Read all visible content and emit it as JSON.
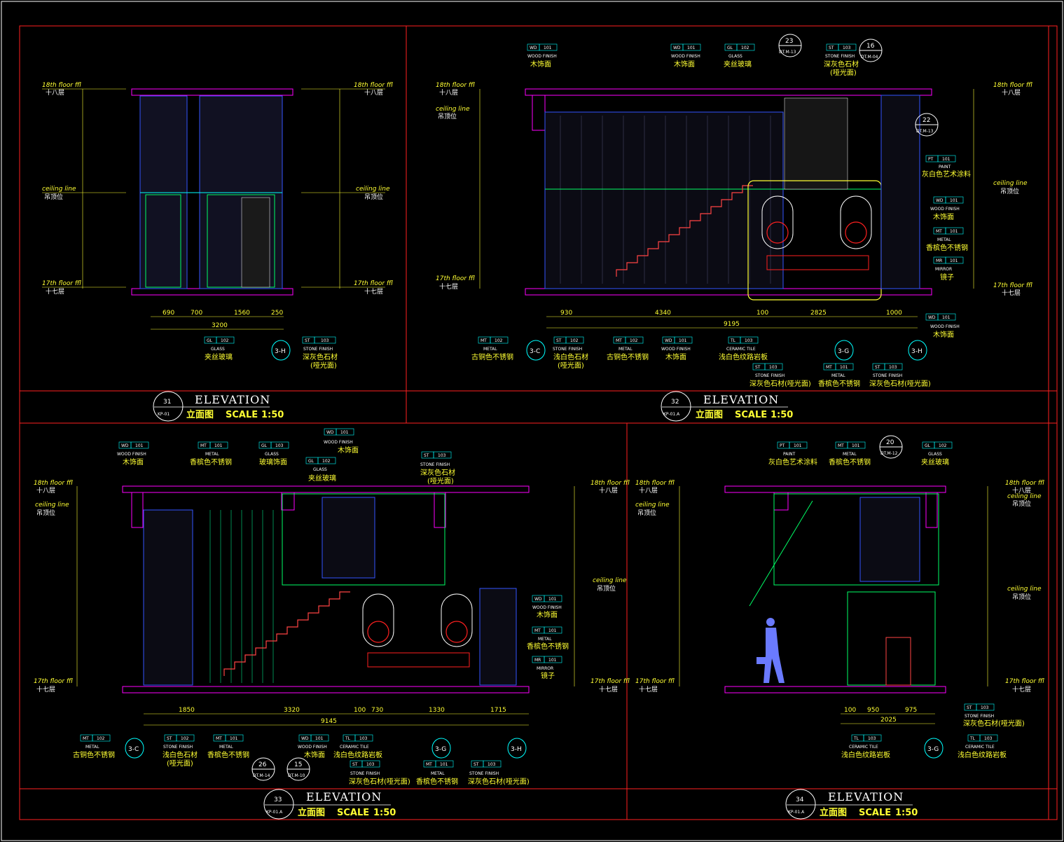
{
  "panels": [
    {
      "id": "p31",
      "bubble_num": "31",
      "bubble_ref": "KP-01",
      "title": "ELEVATION",
      "subtitle_cn": "立面图",
      "scale_label": "SCALE",
      "scale_value": "1:50",
      "dims_bottom": [
        "690",
        "700",
        "1560",
        "250"
      ],
      "dim_total": "3200",
      "callouts": [
        {
          "code": "GL",
          "num": "102",
          "en": "GLASS",
          "cn": "夹丝玻璃"
        },
        {
          "code": "ST",
          "num": "103",
          "en": "STONE FINISH",
          "cn": "深灰色石材",
          "cn2": "(哑光面)"
        }
      ],
      "section_marks": [
        "3-H"
      ]
    },
    {
      "id": "p32",
      "bubble_num": "32",
      "bubble_ref": "KP-01.A",
      "title": "ELEVATION",
      "subtitle_cn": "立面图",
      "scale_label": "SCALE",
      "scale_value": "1:50",
      "dims_bottom": [
        "930",
        "4340",
        "100",
        "2825",
        "1000"
      ],
      "dim_total": "9195",
      "callouts_top": [
        {
          "code": "WD",
          "num": "101",
          "en": "WOOD FINISH",
          "cn": "木饰面"
        },
        {
          "code": "WD",
          "num": "101",
          "en": "WOOD FINISH",
          "cn": "木饰面"
        },
        {
          "code": "GL",
          "num": "102",
          "en": "GLASS",
          "cn": "夹丝玻璃"
        },
        {
          "code": "ST",
          "num": "103",
          "en": "STONE FINISH",
          "cn": "深灰色石材",
          "cn2": "(哑光面)"
        }
      ],
      "callouts_right": [
        {
          "code": "PT",
          "num": "101",
          "en": "PAINT",
          "cn": "灰白色艺术涂料"
        },
        {
          "code": "WD",
          "num": "101",
          "en": "WOOD FINISH",
          "cn": "木饰面"
        },
        {
          "code": "MT",
          "num": "101",
          "en": "METAL",
          "cn": "香槟色不锈钢"
        },
        {
          "code": "MR",
          "num": "101",
          "en": "MIRROR",
          "cn": "镜子"
        },
        {
          "code": "WD",
          "num": "101",
          "en": "WOOD FINISH",
          "cn": "木饰面"
        }
      ],
      "callouts_bottom": [
        {
          "code": "MT",
          "num": "102",
          "en": "METAL",
          "cn": "古铜色不锈钢"
        },
        {
          "code": "ST",
          "num": "102",
          "en": "STONE FINISH",
          "cn": "浅白色石材",
          "cn2": "(哑光面)"
        },
        {
          "code": "MT",
          "num": "102",
          "en": "METAL",
          "cn": "古铜色不锈钢"
        },
        {
          "code": "WD",
          "num": "101",
          "en": "WOOD FINISH",
          "cn": "木饰面"
        },
        {
          "code": "TL",
          "num": "103",
          "en": "CERAMIC TILE",
          "cn": "浅白色纹路岩板"
        }
      ],
      "callouts_bottom2": [
        {
          "code": "ST",
          "num": "103",
          "en": "STONE FINISH",
          "cn": "深灰色石材(哑光面)"
        },
        {
          "code": "MT",
          "num": "101",
          "en": "METAL",
          "cn": "香槟色不锈钢"
        },
        {
          "code": "ST",
          "num": "103",
          "en": "STONE FINISH",
          "cn": "深灰色石材(哑光面)"
        }
      ],
      "section_marks": [
        "3-C",
        "3-G",
        "3-H"
      ],
      "detail_marks": [
        {
          "num": "23",
          "ref": "DT.M-13"
        },
        {
          "num": "16",
          "ref": "DT.M-04"
        },
        {
          "num": "22",
          "ref": "DT.M-13"
        }
      ]
    },
    {
      "id": "p33",
      "bubble_num": "33",
      "bubble_ref": "KP-01.A",
      "title": "ELEVATION",
      "subtitle_cn": "立面图",
      "scale_label": "SCALE",
      "scale_value": "1:50",
      "dims_bottom": [
        "1850",
        "3320",
        "100",
        "730",
        "1330",
        "1715"
      ],
      "dim_total": "9145",
      "callouts_top": [
        {
          "code": "WD",
          "num": "101",
          "en": "WOOD FINISH",
          "cn": "木饰面"
        },
        {
          "code": "MT",
          "num": "101",
          "en": "METAL",
          "cn": "香槟色不锈钢"
        },
        {
          "code": "GL",
          "num": "103",
          "en": "GLASS",
          "cn": "玻璃饰面"
        },
        {
          "code": "WD",
          "num": "101",
          "en": "WOOD FINISH",
          "cn": "木饰面"
        },
        {
          "code": "GL",
          "num": "102",
          "en": "GLASS",
          "cn": "夹丝玻璃"
        },
        {
          "code": "ST",
          "num": "103",
          "en": "STONE FINISH",
          "cn": "深灰色石材",
          "cn2": "(哑光面)"
        }
      ],
      "callouts_right": [
        {
          "code": "WD",
          "num": "101",
          "en": "WOOD FINISH",
          "cn": "木饰面"
        },
        {
          "code": "MT",
          "num": "101",
          "en": "METAL",
          "cn": "香槟色不锈钢"
        },
        {
          "code": "MR",
          "num": "101",
          "en": "MIRROR",
          "cn": "镜子"
        }
      ],
      "callouts_bottom": [
        {
          "code": "MT",
          "num": "102",
          "en": "METAL",
          "cn": "古铜色不锈钢"
        },
        {
          "code": "ST",
          "num": "102",
          "en": "STONE FINISH",
          "cn": "浅白色石材",
          "cn2": "(哑光面)"
        },
        {
          "code": "MT",
          "num": "101",
          "en": "METAL",
          "cn": "香槟色不锈钢"
        },
        {
          "code": "WD",
          "num": "101",
          "en": "WOOD FINISH",
          "cn": "木饰面"
        },
        {
          "code": "TL",
          "num": "103",
          "en": "CERAMIC TILE",
          "cn": "浅白色纹路岩板"
        }
      ],
      "callouts_bottom2": [
        {
          "code": "ST",
          "num": "103",
          "en": "STONE FINISH",
          "cn": "深灰色石材(哑光面)"
        },
        {
          "code": "MT",
          "num": "101",
          "en": "METAL",
          "cn": "香槟色不锈钢"
        },
        {
          "code": "ST",
          "num": "103",
          "en": "STONE FINISH",
          "cn": "深灰色石材(哑光面)"
        }
      ],
      "section_marks": [
        "3-C",
        "3-G",
        "3-H"
      ],
      "detail_marks": [
        {
          "num": "26",
          "ref": "DT.M-14"
        },
        {
          "num": "15",
          "ref": "DT.M-10"
        }
      ]
    },
    {
      "id": "p34",
      "bubble_num": "34",
      "bubble_ref": "KP-01.A",
      "title": "ELEVATION",
      "subtitle_cn": "立面图",
      "scale_label": "SCALE",
      "scale_value": "1:50",
      "dims_bottom": [
        "100",
        "950",
        "975"
      ],
      "dim_total": "2025",
      "callouts_top": [
        {
          "code": "PT",
          "num": "101",
          "en": "PAINT",
          "cn": "灰白色艺术涂料"
        },
        {
          "code": "MT",
          "num": "101",
          "en": "METAL",
          "cn": "香槟色不锈钢"
        },
        {
          "code": "GL",
          "num": "102",
          "en": "GLASS",
          "cn": "夹丝玻璃"
        }
      ],
      "callouts_bottom": [
        {
          "code": "ST",
          "num": "103",
          "en": "STONE FINISH",
          "cn": "深灰色石材(哑光面)"
        },
        {
          "code": "TL",
          "num": "103",
          "en": "CERAMIC TILE",
          "cn": "浅白色纹路岩板"
        },
        {
          "code": "TL",
          "num": "103",
          "en": "CERAMIC TILE",
          "cn": "浅白色纹路岩板"
        }
      ],
      "section_marks": [
        "3-G"
      ],
      "detail_marks": [
        {
          "num": "20",
          "ref": "DT.M-12"
        }
      ]
    }
  ],
  "level_labels": {
    "floor18_en": "18th floor ffl",
    "floor18_cn": "十八层",
    "ceiling_en": "ceiling line",
    "ceiling_cn": "吊顶位",
    "floor17_en": "17th floor ffl",
    "floor17_cn": "十七层"
  },
  "colors": {
    "frame": "#ff2020",
    "structure": "#ff00ff",
    "dim": "#ffff33",
    "label": "#ffffff",
    "accent": "#00ffff",
    "green": "#00ff66"
  }
}
